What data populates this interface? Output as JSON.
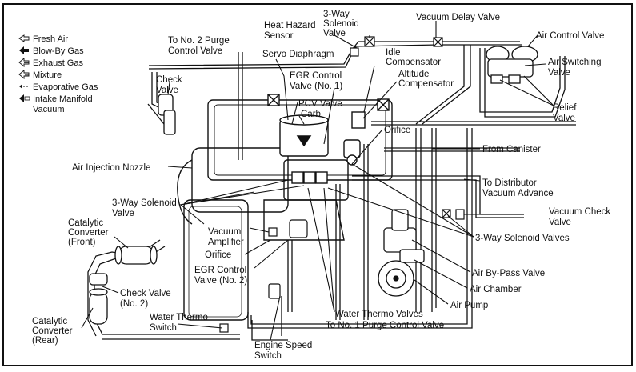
{
  "legend": [
    {
      "symbol": "fresh-air-arrow-icon",
      "text": "Fresh Air"
    },
    {
      "symbol": "blow-by-gas-arrow-icon",
      "text": "Blow-By Gas"
    },
    {
      "symbol": "exhaust-gas-arrow-icon",
      "text": "Exhaust Gas"
    },
    {
      "symbol": "mixture-arrow-icon",
      "text": "Mixture"
    },
    {
      "symbol": "evaporative-gas-arrow-icon",
      "text": "Evaporative Gas"
    },
    {
      "symbol": "intake-manifold-vacuum-arrow-icon",
      "text": [
        "Intake Manifold",
        "Vacuum"
      ]
    }
  ],
  "labels": {
    "no2_purge": [
      "To No. 2 Purge",
      "Control Valve"
    ],
    "heat_hazard": [
      "Heat Hazard",
      "Sensor"
    ],
    "three_way_top": [
      "3-Way",
      "Solenoid",
      "Valve"
    ],
    "vacuum_delay": "Vacuum Delay Valve",
    "air_control": "Air Control Valve",
    "air_switching": [
      "Air Switching",
      "Valve"
    ],
    "relief": [
      "Relief",
      "Valve"
    ],
    "check_valve": [
      "Check",
      "Valve"
    ],
    "servo": "Servo Diaphragm",
    "idle_comp": [
      "Idle",
      "Compensator"
    ],
    "altitude_comp": [
      "Altitude",
      "Compensator"
    ],
    "egr1": [
      "EGR Control",
      "Valve (No. 1)"
    ],
    "pcv": "PCV Valve",
    "carb": "Carb.",
    "orifice_top": "Orifice",
    "from_canister": "From Canister",
    "air_injection": "Air Injection Nozzle",
    "to_distributor": [
      "To Distributor",
      "Vacuum Advance"
    ],
    "three_way_left": [
      "3-Way Solenoid",
      "Valve"
    ],
    "vacuum_check": [
      "Vacuum Check",
      "Valve"
    ],
    "catalytic_front": [
      "Catalytic",
      "Converter",
      "(Front)"
    ],
    "vacuum_amplifier": [
      "Vacuum",
      "Amplifier"
    ],
    "three_way_valves": "3-Way Solenoid Valves",
    "orifice_bottom": "Orifice",
    "air_bypass": "Air By-Pass Valve",
    "egr2": [
      "EGR Control",
      "Valve (No. 2)"
    ],
    "air_chamber": "Air Chamber",
    "check_valve2": [
      "Check Valve",
      "(No. 2)"
    ],
    "air_pump": "Air Pump",
    "catalytic_rear": [
      "Catalytic",
      "Converter",
      "(Rear)"
    ],
    "water_thermo_valves": "Water Thermo Valves",
    "water_thermo_switch": [
      "Water Thermo",
      "Switch"
    ],
    "no1_purge": "To No. 1 Purge Control Valve",
    "engine_speed": [
      "Engine Speed",
      "Switch"
    ]
  }
}
